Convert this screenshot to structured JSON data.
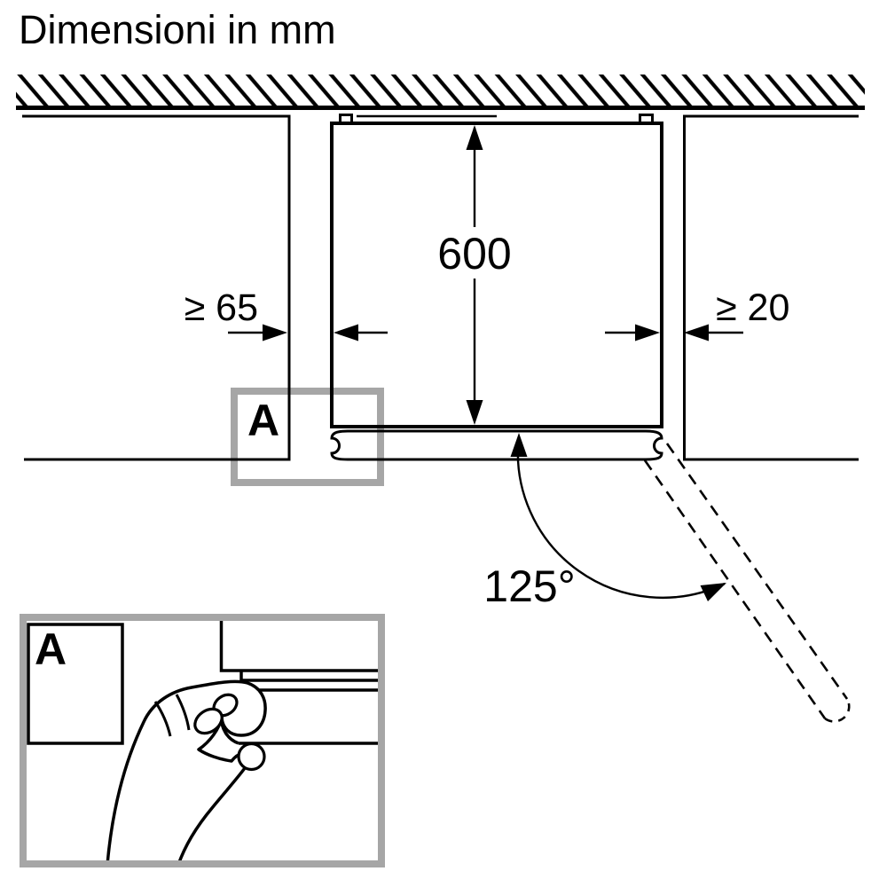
{
  "title": "Dimensioni in mm",
  "dimensions": {
    "appliance_depth": "600",
    "clearance_left": "≥ 65",
    "clearance_right": "≥ 20",
    "door_opening_angle": "125°"
  },
  "detail": {
    "marker_label": "A",
    "view_label": "A"
  },
  "colors": {
    "line": "#000000",
    "detail_frame": "#a6a6a6",
    "background": "#ffffff"
  }
}
